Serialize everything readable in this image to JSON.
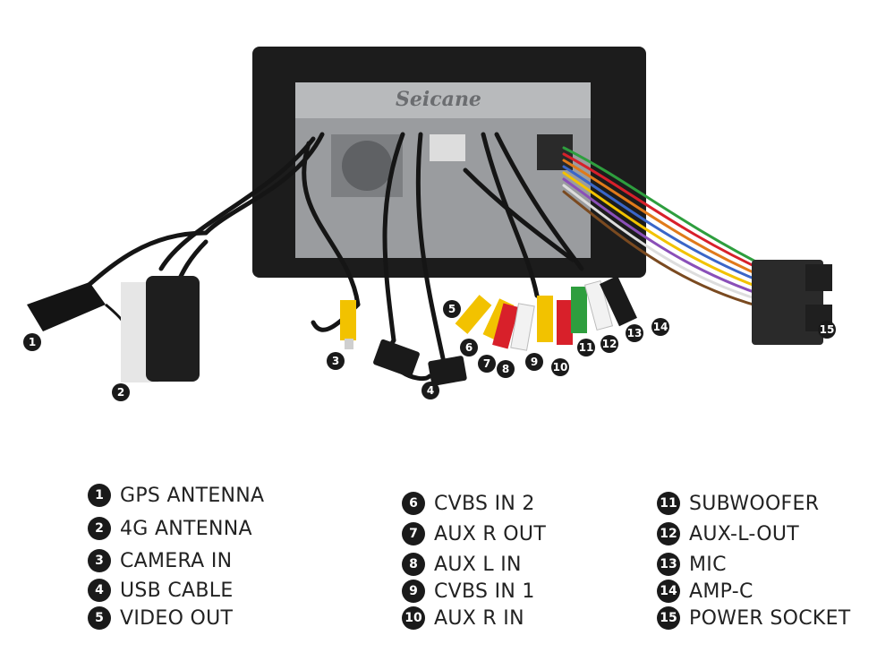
{
  "brand": "Seicane",
  "callouts": [
    "1",
    "2",
    "3",
    "4",
    "5",
    "6",
    "7",
    "8",
    "9",
    "10",
    "11",
    "12",
    "13",
    "14",
    "15"
  ],
  "legend": [
    {
      "n": "1",
      "label": "GPS ANTENNA"
    },
    {
      "n": "2",
      "label": "4G ANTENNA"
    },
    {
      "n": "3",
      "label": "CAMERA IN"
    },
    {
      "n": "4",
      "label": "USB CABLE"
    },
    {
      "n": "5",
      "label": "VIDEO OUT"
    },
    {
      "n": "6",
      "label": "CVBS IN 2"
    },
    {
      "n": "7",
      "label": "AUX R OUT"
    },
    {
      "n": "8",
      "label": "AUX L IN"
    },
    {
      "n": "9",
      "label": "CVBS IN 1"
    },
    {
      "n": "10",
      "label": "AUX R IN"
    },
    {
      "n": "11",
      "label": "SUBWOOFER"
    },
    {
      "n": "12",
      "label": "AUX-L-OUT"
    },
    {
      "n": "13",
      "label": "MIC"
    },
    {
      "n": "14",
      "label": "AMP-C"
    },
    {
      "n": "15",
      "label": "POWER SOCKET"
    }
  ],
  "colors": {
    "badge": "#1a1a1a",
    "rca_yellow": "#f2c200",
    "rca_red": "#d8202a",
    "rca_white": "#f2f2f2",
    "rca_green": "#2e9e3e"
  }
}
